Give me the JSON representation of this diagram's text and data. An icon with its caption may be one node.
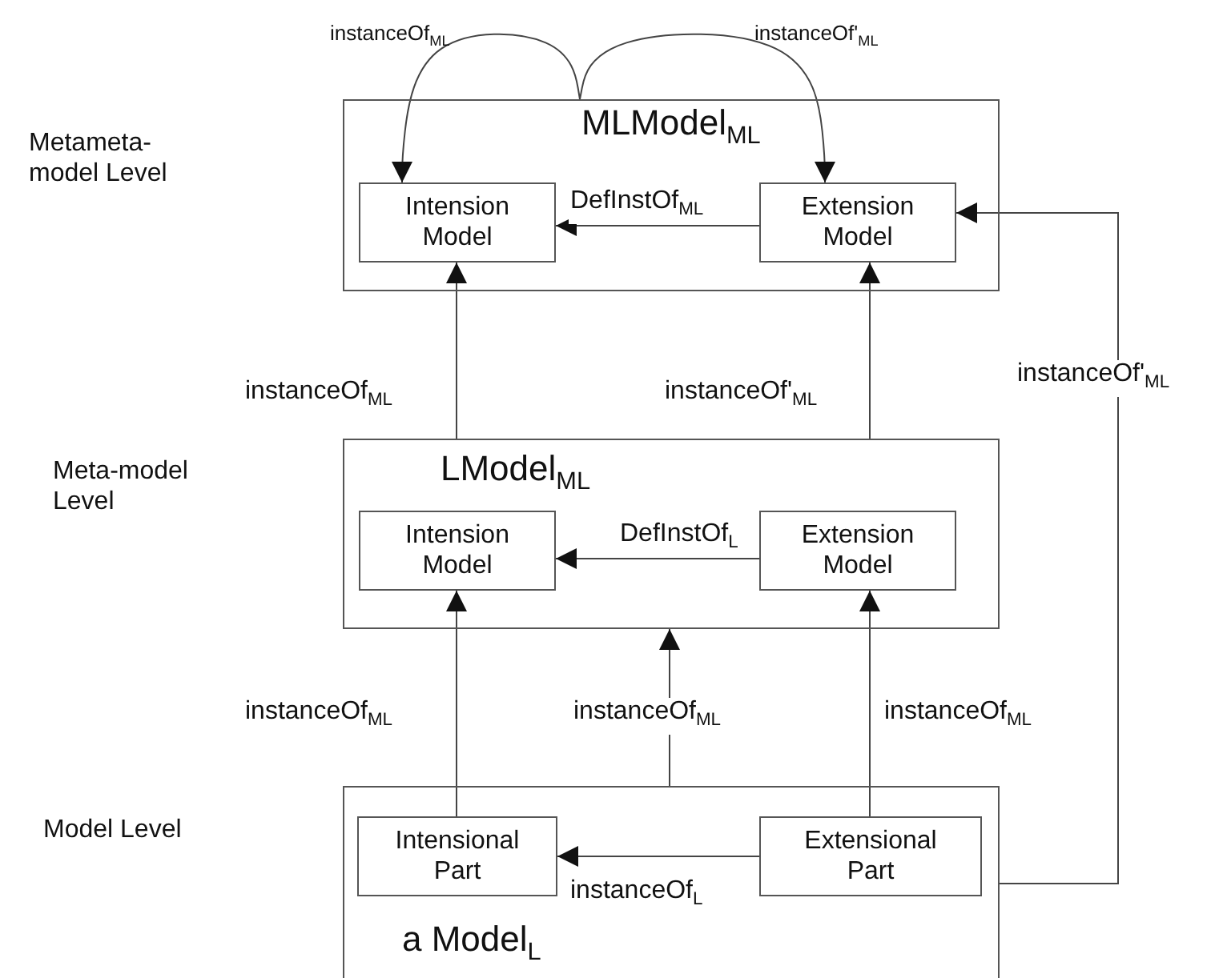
{
  "diagram": {
    "nodes": [
      {
        "text": [
          "MLModel$_{ML}$"
        ]
      },
      {
        "text": [
          "Intension Model"
        ],
        "in": 0
      },
      {
        "text": [
          "Extension Model"
        ],
        "in": 0
      },
      {
        "text": [
          "LModel$_{ML}$"
        ]
      },
      {
        "text": [
          "Intension Model"
        ],
        "in": 3
      },
      {
        "text": [
          "Extension Model"
        ],
        "in": 3
      },
      {
        "text": [
          "a Model$_{L}$"
        ]
      },
      {
        "text": [
          "Intensional Part"
        ],
        "in": 6
      },
      {
        "text": [
          "Extensional Part"
        ],
        "in": 6
      }
    ],
    "edges": [
      {
        "from": 0,
        "to": 1,
        "arrow": "to",
        "label": "instanceOf$_{ML}$"
      },
      {
        "from": 0,
        "to": 2,
        "arrow": "to",
        "label": "instanceOf'$_{ML}$"
      },
      {
        "from": 2,
        "to": 1,
        "arrow": "to",
        "label": "DefInstOf$_{ML}$"
      },
      {
        "from": 3,
        "to": 1,
        "arrow": "to",
        "label": "instanceOf$_{ML}$"
      },
      {
        "from": 3,
        "to": 2,
        "arrow": "to",
        "label": "instanceOf'$_{ML}$"
      },
      {
        "from": 6,
        "to": 2,
        "arrow": "to",
        "label": "instanceOf'$_{ML}$"
      },
      {
        "from": 5,
        "to": 4,
        "arrow": "to",
        "label": "DefInstOf$_{L}$"
      },
      {
        "from": 7,
        "to": 4,
        "arrow": "to",
        "label": "instanceOf$_{ML}$"
      },
      {
        "from": 6,
        "to": 3,
        "arrow": "to",
        "label": "instanceOf$_{ML}$"
      },
      {
        "from": 8,
        "to": 5,
        "arrow": "to",
        "label": "instanceOf$_{ML}$"
      },
      {
        "from": 8,
        "to": 7,
        "arrow": "to",
        "label": "instanceOf$_{L}$"
      }
    ],
    "labels": [
      "Metameta-model Level",
      "Meta-model Level",
      "Model Level"
    ]
  }
}
